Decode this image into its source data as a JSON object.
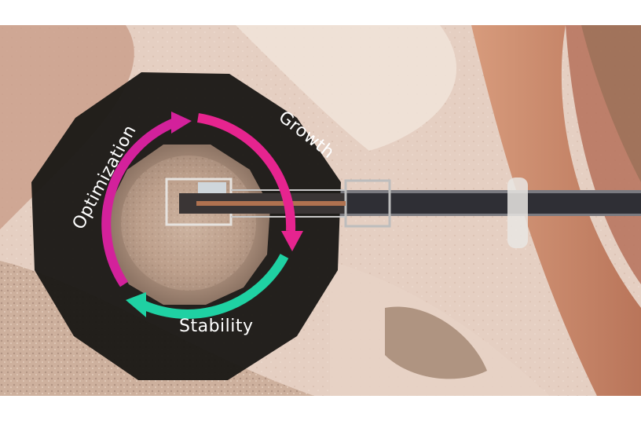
{
  "cycle": {
    "stages": [
      {
        "name": "Growth",
        "color": "#e6248f"
      },
      {
        "name": "Stability",
        "color": "#1fd1a3"
      },
      {
        "name": "Optimization",
        "color": "#d3219b"
      }
    ],
    "center_fill": "#1b1916"
  },
  "scene": {
    "sand_color": "#d8b6a4",
    "ground_color": "#c79682",
    "road_color": "#c98a6a",
    "conveyor_color": "#2f2f35"
  }
}
